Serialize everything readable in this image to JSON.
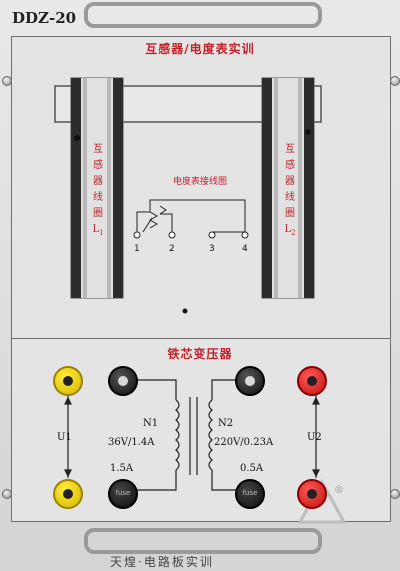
{
  "model": "DDZ-20",
  "top_section": {
    "title": "互感器/电度表实训",
    "left_coil_label": "互感器线圈L1",
    "right_coil_label": "互感器线圈L2",
    "meter_label": "电度表接线图",
    "pins": [
      "1",
      "2",
      "3",
      "4"
    ]
  },
  "bottom_section": {
    "title": "铁芯变压器",
    "n1": "N1",
    "n2": "N2",
    "rating_left": "36V/1.4A",
    "rating_right": "220V/0.23A",
    "fuse_left": "1.5A",
    "fuse_right": "0.5A",
    "u1": "U1",
    "u2": "U2",
    "registered_mark": "®",
    "bottom_text": "天煌·电路板实训"
  },
  "colors": {
    "red_text": "#c0232b",
    "terminal_yellow": "#ffdd00",
    "terminal_red": "#e01010",
    "terminal_black": "#111111"
  }
}
